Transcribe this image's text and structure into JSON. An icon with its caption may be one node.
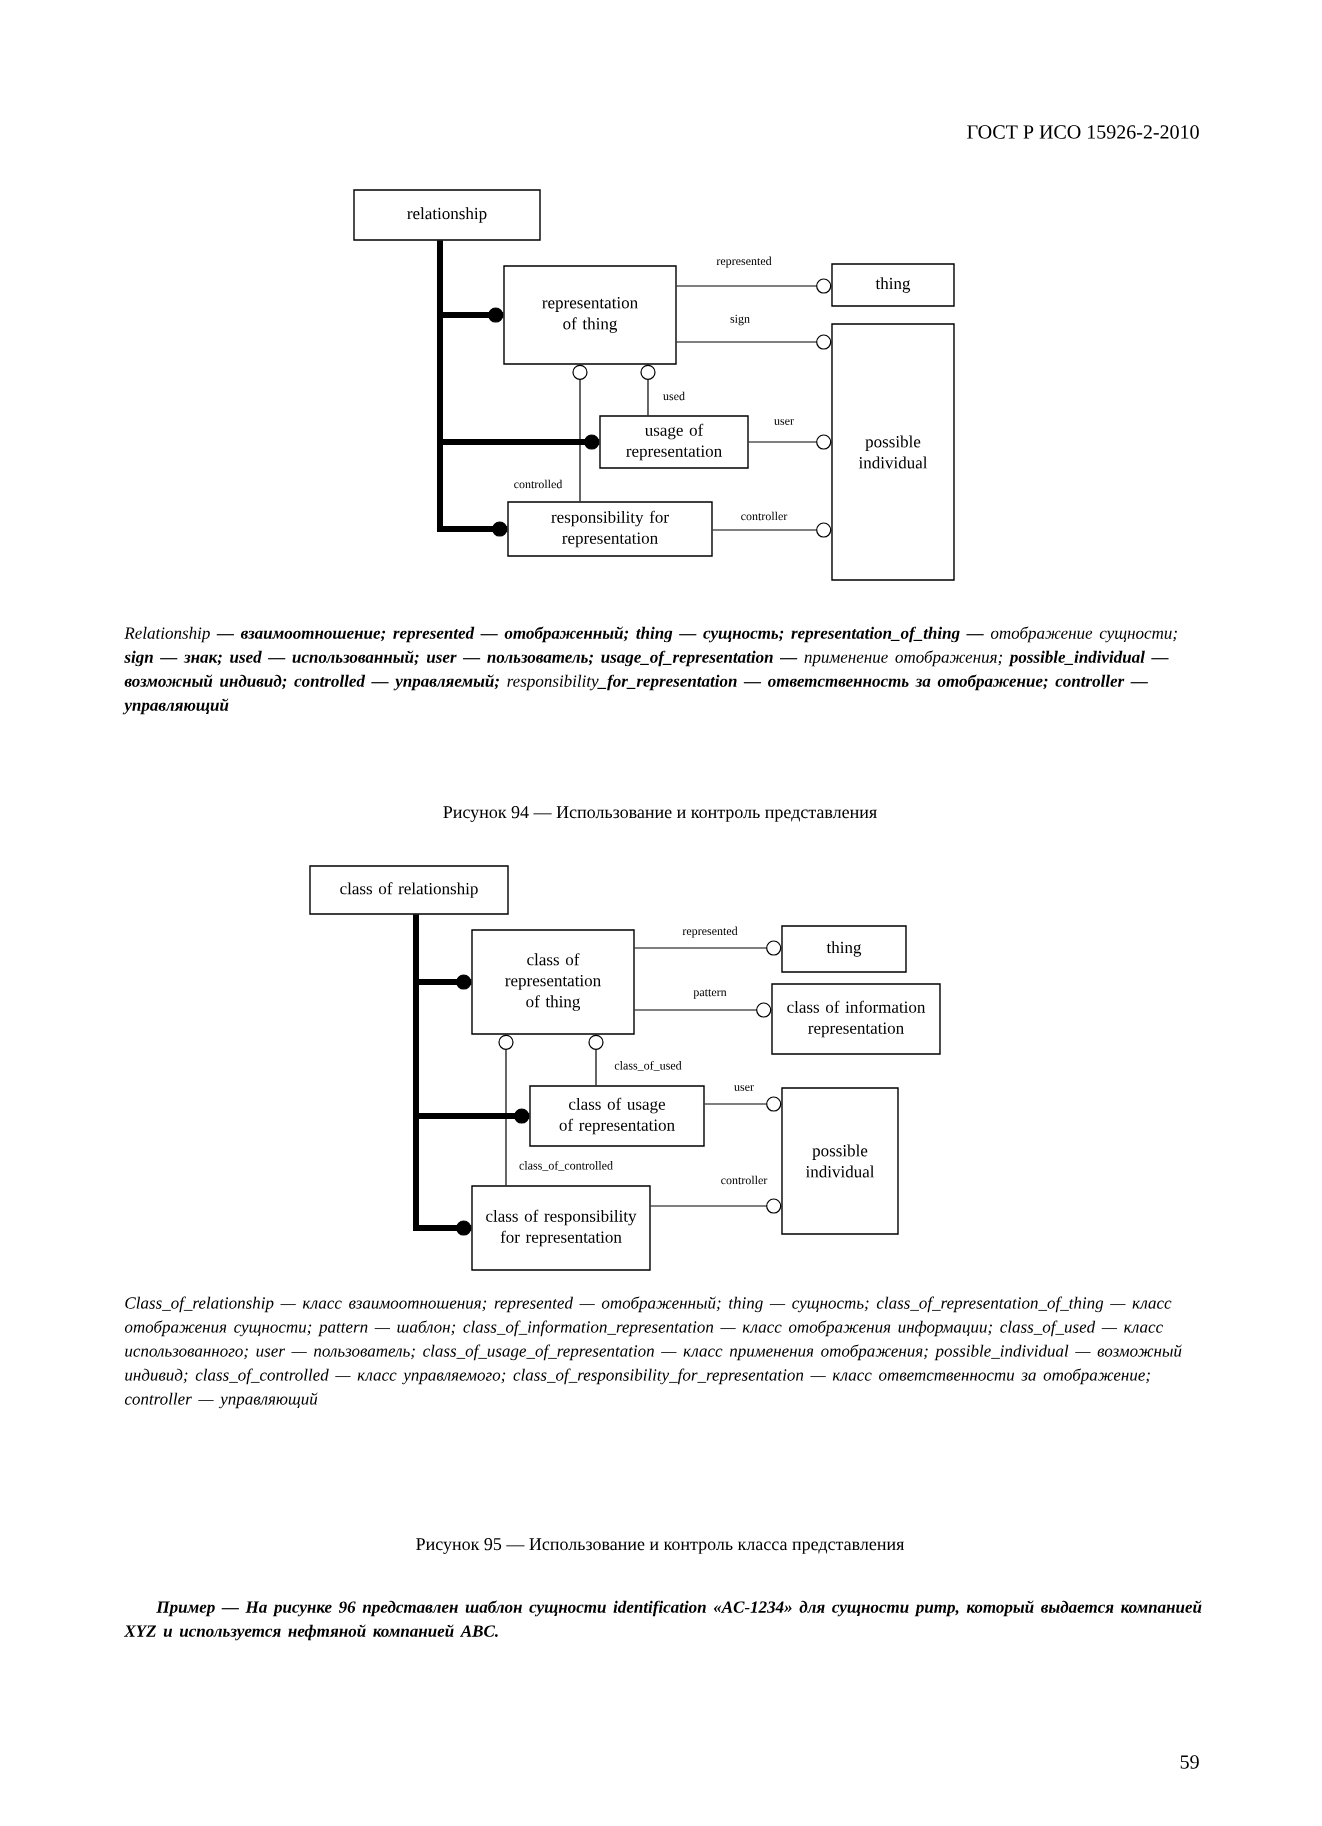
{
  "diagram": {
    "nodes": [
      {
        "text": [
          "relationship"
        ]
      },
      {
        "text": [
          "representation of thing"
        ]
      },
      {
        "text": [
          "thing"
        ]
      },
      {
        "text": [
          "possible individual"
        ]
      },
      {
        "text": [
          "usage of representation"
        ]
      },
      {
        "text": [
          "responsibility for representation"
        ]
      },
      {
        "text": [
          "class of relationship"
        ]
      },
      {
        "text": [
          "class of representation of thing"
        ]
      },
      {
        "text": [
          "thing"
        ]
      },
      {
        "text": [
          "class of information representation"
        ]
      },
      {
        "text": [
          "class of usage of representation"
        ]
      },
      {
        "text": [
          "possible individual"
        ]
      },
      {
        "text": [
          "class of responsibility for representation"
        ]
      }
    ],
    "edges": [
      {
        "from": 0,
        "to": 1,
        "arrow": "other",
        "style": "thick"
      },
      {
        "from": 0,
        "to": 4,
        "arrow": "other",
        "style": "thick"
      },
      {
        "from": 0,
        "to": 5,
        "arrow": "other",
        "style": "thick"
      },
      {
        "from": 1,
        "to": 2,
        "arrow": "other",
        "label": "represented"
      },
      {
        "from": 1,
        "to": 3,
        "arrow": "other",
        "label": "sign"
      },
      {
        "from": 4,
        "to": 1,
        "arrow": "other",
        "label": "used"
      },
      {
        "from": 4,
        "to": 3,
        "arrow": "other",
        "label": "user"
      },
      {
        "from": 5,
        "to": 1,
        "arrow": "other",
        "label": "controlled"
      },
      {
        "from": 5,
        "to": 3,
        "arrow": "other",
        "label": "controller"
      },
      {
        "from": 6,
        "to": 7,
        "arrow": "other",
        "style": "thick"
      },
      {
        "from": 6,
        "to": 10,
        "arrow": "other",
        "style": "thick"
      },
      {
        "from": 6,
        "to": 12,
        "arrow": "other",
        "style": "thick"
      },
      {
        "from": 7,
        "to": 8,
        "arrow": "other",
        "label": "represented"
      },
      {
        "from": 7,
        "to": 9,
        "arrow": "other",
        "label": "pattern"
      },
      {
        "from": 10,
        "to": 7,
        "arrow": "other",
        "label": "class_of_used"
      },
      {
        "from": 10,
        "to": 11,
        "arrow": "other",
        "label": "user"
      },
      {
        "from": 12,
        "to": 7,
        "arrow": "other",
        "label": "class_of_controlled"
      },
      {
        "from": 12,
        "to": 11,
        "arrow": "other",
        "label": "controller"
      }
    ],
    "labels": [
      "ГОСТ Р ИСО 15926-2-2010",
      "Relationship **— взаимоотношение; represented — отображенный; thing — сущность; representation_of_thing —** отображение сущности; **sign — знак; used — использованный; user — пользователь; usage_of_representation —** применение отображения; **possible_individual — возможный индивид; controlled — управляемый;** responsibility**_for_representation — ответственность за отображение; controller — управляющий**",
      "Рисунок 94 — Использование и контроль представления",
      "Class_of_relationship — класс взаимоотношения; represented — отображенный; thing — сущность; class_of_representation_of_thing — класс отображения сущности; pattern — шаблон; class_of_information_representation — класс отображения информации; class_of_used — класс использованного; user — пользователь; class_of_usage_of_representation — класс применения отображения; possible_individual — возможный индивид; class_of_controlled — класс управляемого; class_of_responsibility_for_representation — класс ответственности за отображение; controller — управляющий",
      "Рисунок 95 — Использование и контроль класса представления",
      "Пример — На рисунке 96 представлен шаблон сущности identification «AC-1234» для сущности pump, который выдается компанией XYZ и используется нефтяной компанией ABC.",
      "59"
    ]
  }
}
